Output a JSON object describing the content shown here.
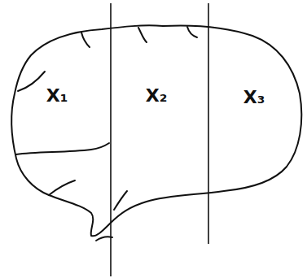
{
  "diagram": {
    "labels": [
      "X₁",
      "X₂",
      "X₃"
    ]
  }
}
